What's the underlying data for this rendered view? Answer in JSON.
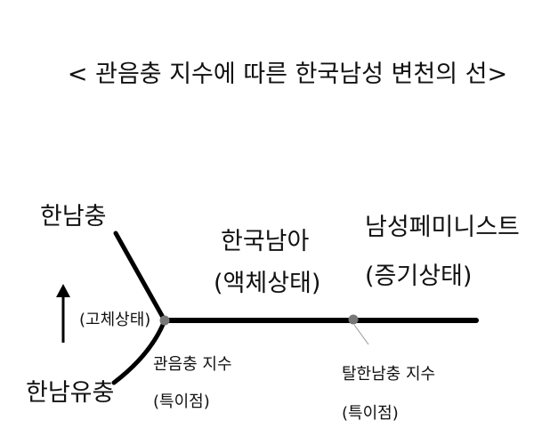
{
  "title": "< 관음충 지수에 따른 한국남성 변천의 선>",
  "labels": {
    "upper_branch": "한남충",
    "lower_branch": "한남유충",
    "solid_state": "(고체상태)",
    "liquid_line1": "한국남아",
    "liquid_line2": "(액체상태)",
    "gas_line1": "남성페미니스트",
    "gas_line2": "(증기상태)",
    "point1_line1": "관음충 지수",
    "point1_line2": "(특이점)",
    "point2_line1": "탈한남충 지수",
    "point2_line2": "(특이점)"
  },
  "colors": {
    "line": "#000000",
    "point": "#777777",
    "text": "#111111"
  },
  "arrow_direction": "up"
}
